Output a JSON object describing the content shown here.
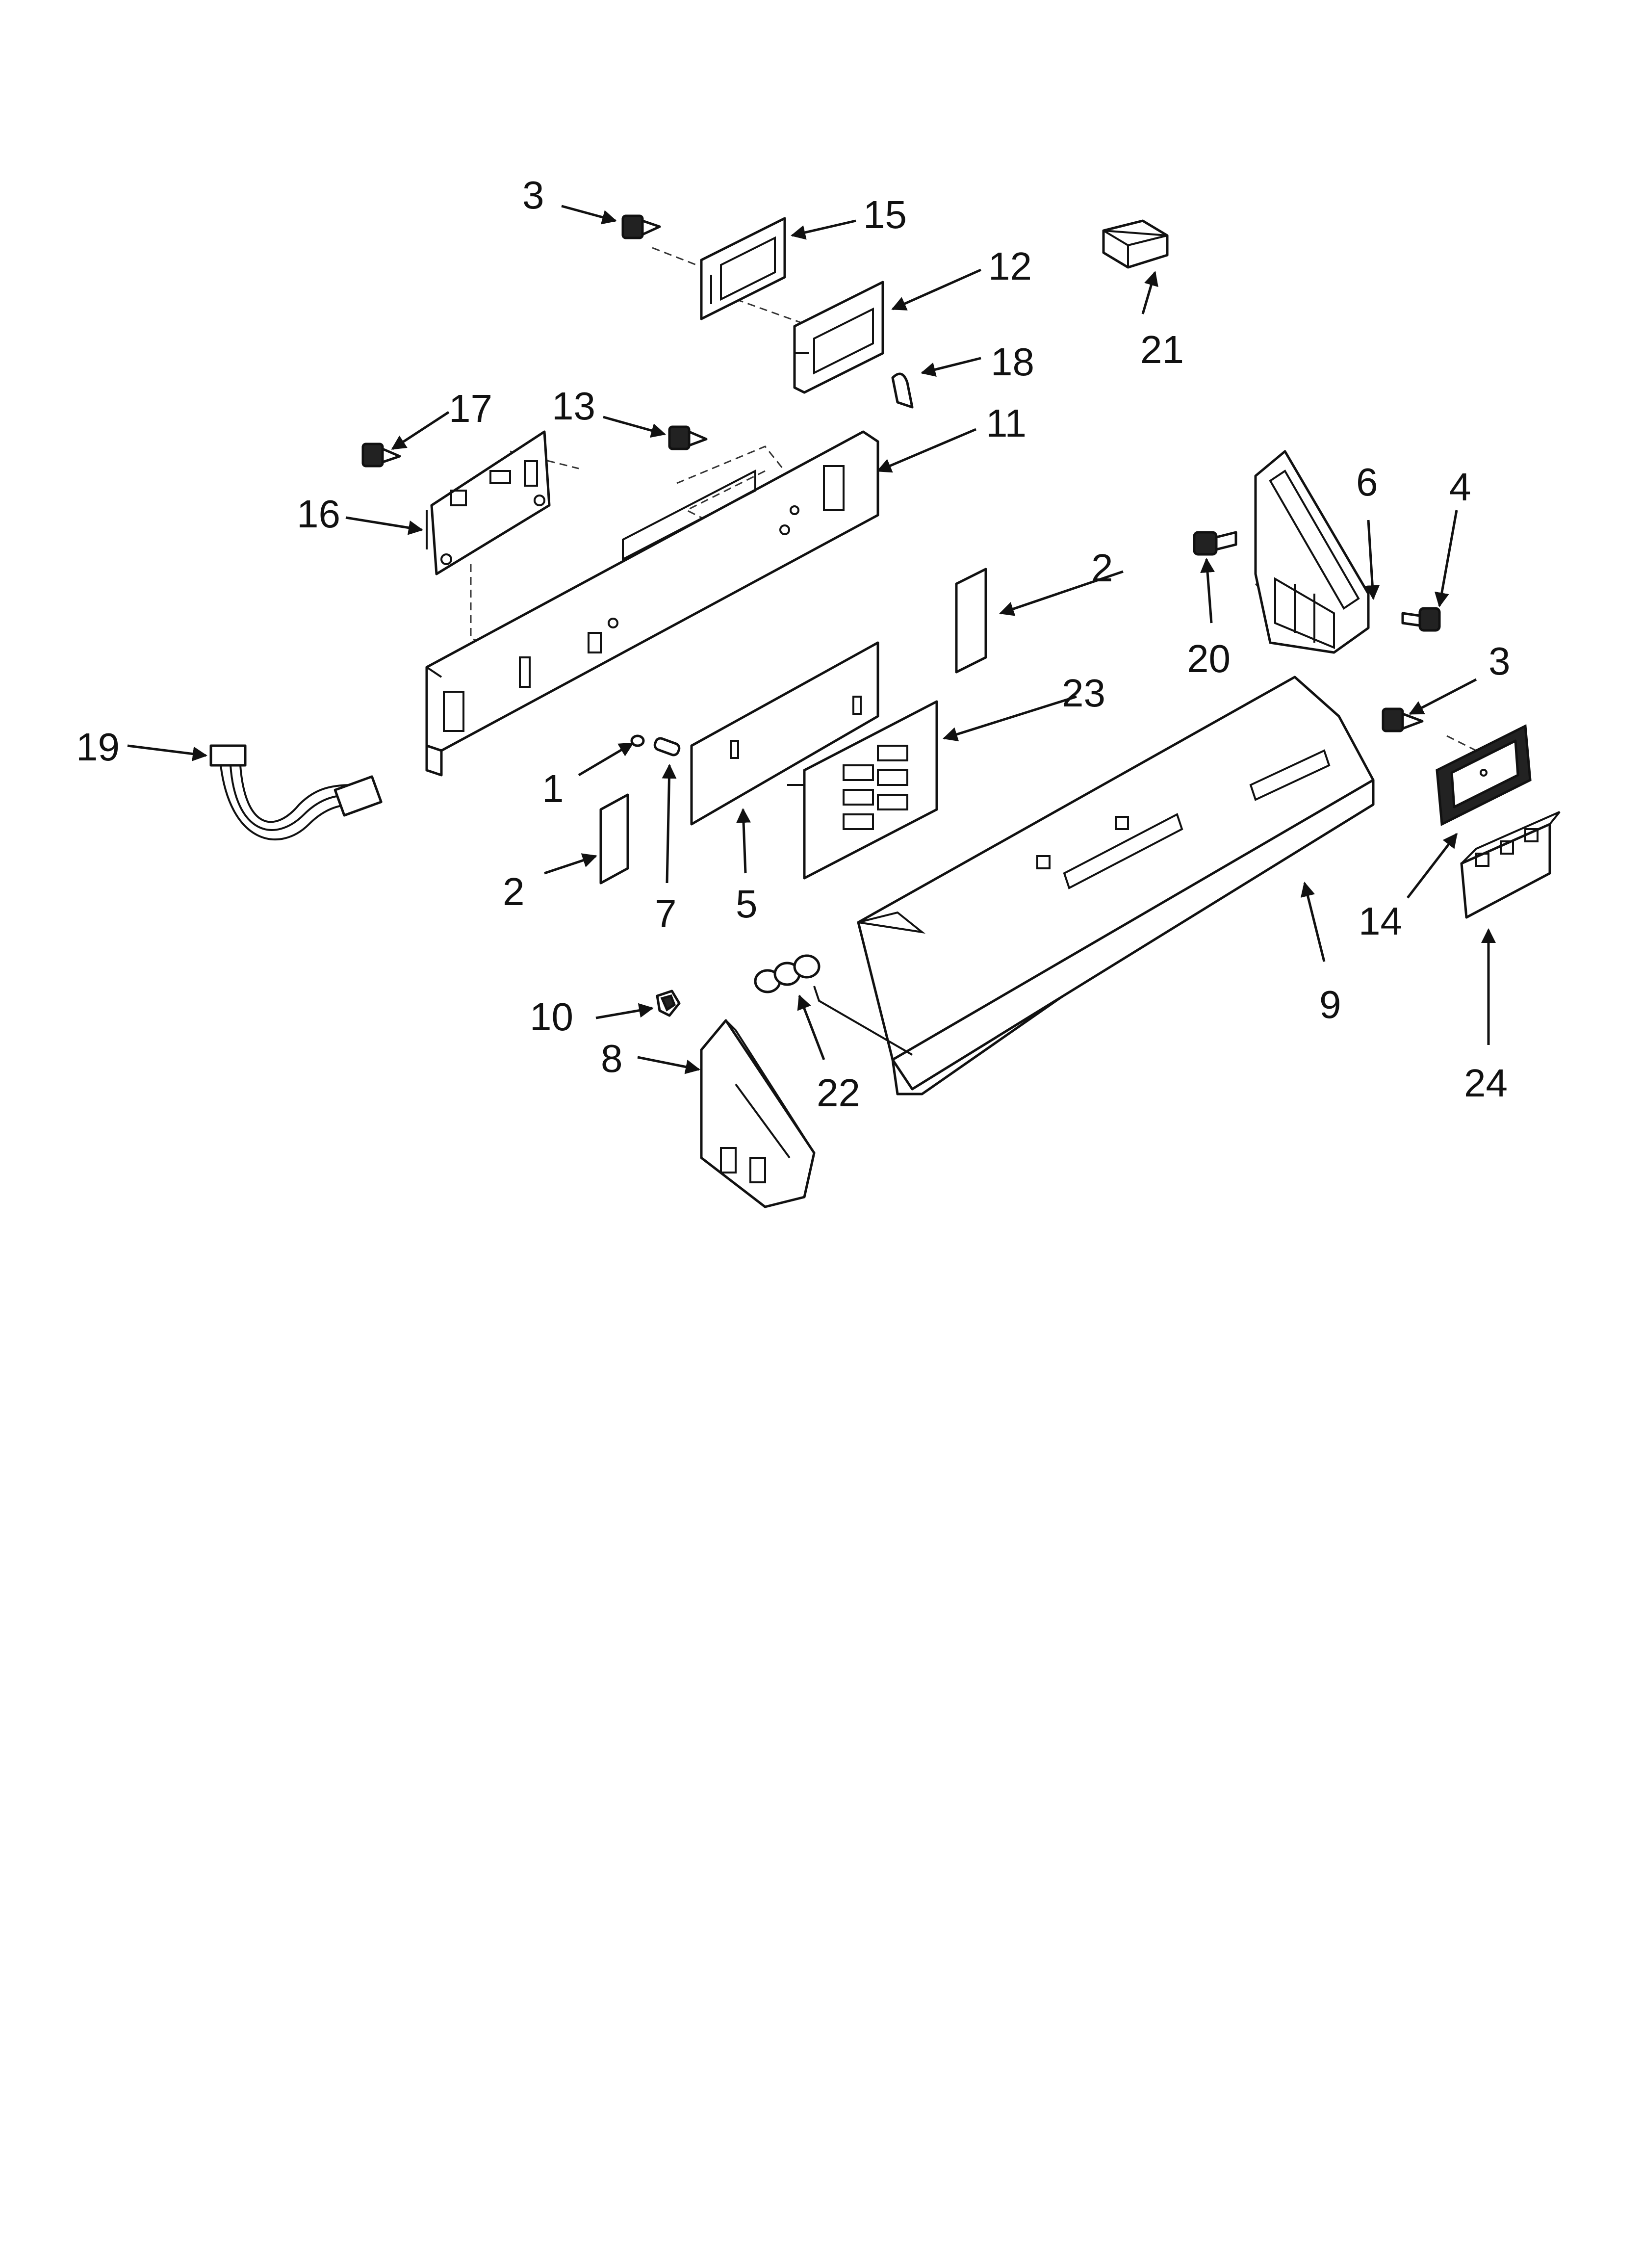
{
  "callouts": [
    {
      "label": "1"
    },
    {
      "label": "2"
    },
    {
      "label": "2"
    },
    {
      "label": "3"
    },
    {
      "label": "3"
    },
    {
      "label": "4"
    },
    {
      "label": "5"
    },
    {
      "label": "6"
    },
    {
      "label": "7"
    },
    {
      "label": "8"
    },
    {
      "label": "9"
    },
    {
      "label": "10"
    },
    {
      "label": "11"
    },
    {
      "label": "12"
    },
    {
      "label": "13"
    },
    {
      "label": "14"
    },
    {
      "label": "15"
    },
    {
      "label": "16"
    },
    {
      "label": "17"
    },
    {
      "label": "18"
    },
    {
      "label": "19"
    },
    {
      "label": "20"
    },
    {
      "label": "21"
    },
    {
      "label": "22"
    },
    {
      "label": "23"
    },
    {
      "label": "24"
    }
  ]
}
